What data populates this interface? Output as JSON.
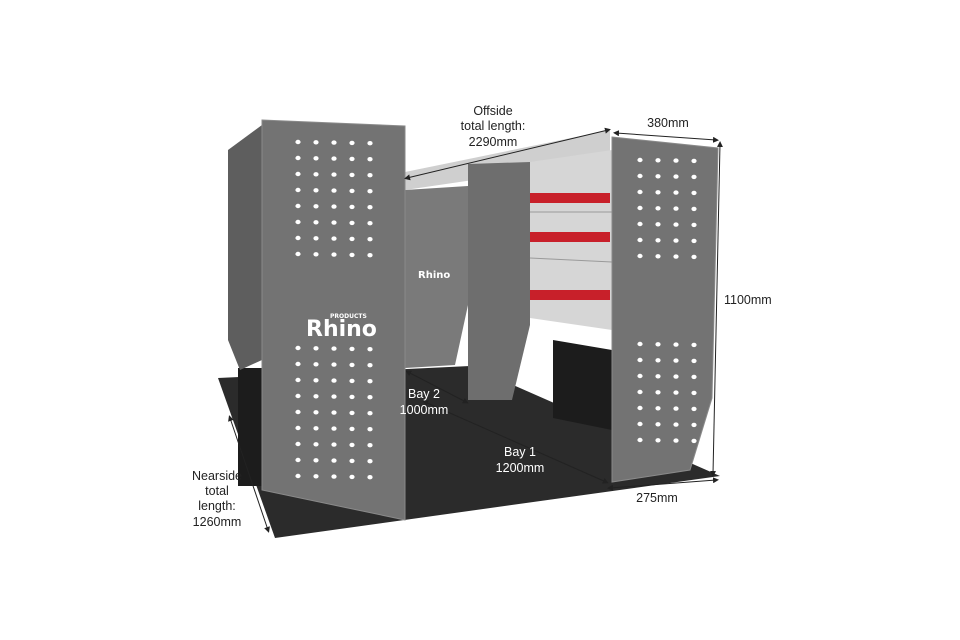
{
  "labels": {
    "offside_line1": "Offside",
    "offside_line2": "total length:",
    "offside_line3": "2290mm",
    "depth_top": "380mm",
    "height": "1100mm",
    "depth_bottom": "275mm",
    "bay1_line1": "Bay 1",
    "bay1_line2": "1200mm",
    "bay2_line1": "Bay 2",
    "bay2_line2": "1000mm",
    "nearside_line1": "Nearside",
    "nearside_line2": "total",
    "nearside_line3": "length:",
    "nearside_line4": "1260mm"
  },
  "brand": {
    "logo_main": "Rhino",
    "logo_small": "PRODUCTS",
    "rear_logo": "Rhino"
  },
  "colors": {
    "floor": "#2b2b2b",
    "panel": "#737373",
    "panel_edge": "#8a8a8a",
    "shelf": "#b9b9b9",
    "drawer_handle": "#c8202a",
    "hole": "#ffffff"
  }
}
